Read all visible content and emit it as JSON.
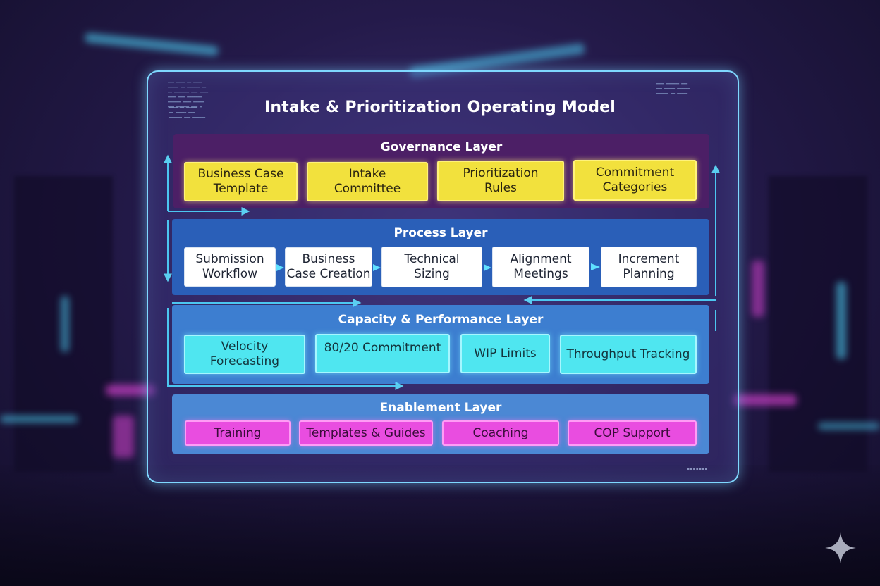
{
  "title": "Intake & Prioritization Operating Model",
  "colors": {
    "governance": "#4c1f66",
    "process": "#2a5fb8",
    "capacity": "#3d7ed0",
    "enablement": "#4b88d4",
    "governance_items": "#f2e13d",
    "capacity_items": "#4fe6f0",
    "enablement_items": "#e94de0",
    "connector": "#4fd8ff"
  },
  "layers": {
    "governance": {
      "title": "Governance Layer",
      "items": [
        {
          "line1": "Business Case",
          "line2": "Template"
        },
        {
          "line1": "Intake",
          "line2": "Committee"
        },
        {
          "line1": "Prioritization",
          "line2": "Rules"
        },
        {
          "line1": "Commitment",
          "line2": "Categories"
        }
      ]
    },
    "process": {
      "title": "Process Layer",
      "items": [
        {
          "line1": "Submission",
          "line2": "Workflow"
        },
        {
          "line1": "Business",
          "line2": "Case Creation"
        },
        {
          "line1": "Technical",
          "line2": "Sizing"
        },
        {
          "line1": "Alignment",
          "line2": "Meetings"
        },
        {
          "line1": "Increment",
          "line2": "Planning"
        }
      ]
    },
    "capacity": {
      "title": "Capacity & Performance Layer",
      "items": [
        {
          "line1": "Velocity",
          "line2": "Forecasting"
        },
        {
          "line1": "80/20 Commitment",
          "line2": ""
        },
        {
          "line1": "WIP Limits",
          "line2": ""
        },
        {
          "line1": "Throughput Tracking",
          "line2": ""
        }
      ]
    },
    "enablement": {
      "title": "Enablement Layer",
      "items": [
        {
          "line1": "Training"
        },
        {
          "line1": "Templates & Guides"
        },
        {
          "line1": "Coaching"
        },
        {
          "line1": "COP Support"
        }
      ]
    }
  },
  "icons": {
    "flow_arrow": "arrow-right-icon",
    "corner_mark": "sparkle-icon"
  }
}
